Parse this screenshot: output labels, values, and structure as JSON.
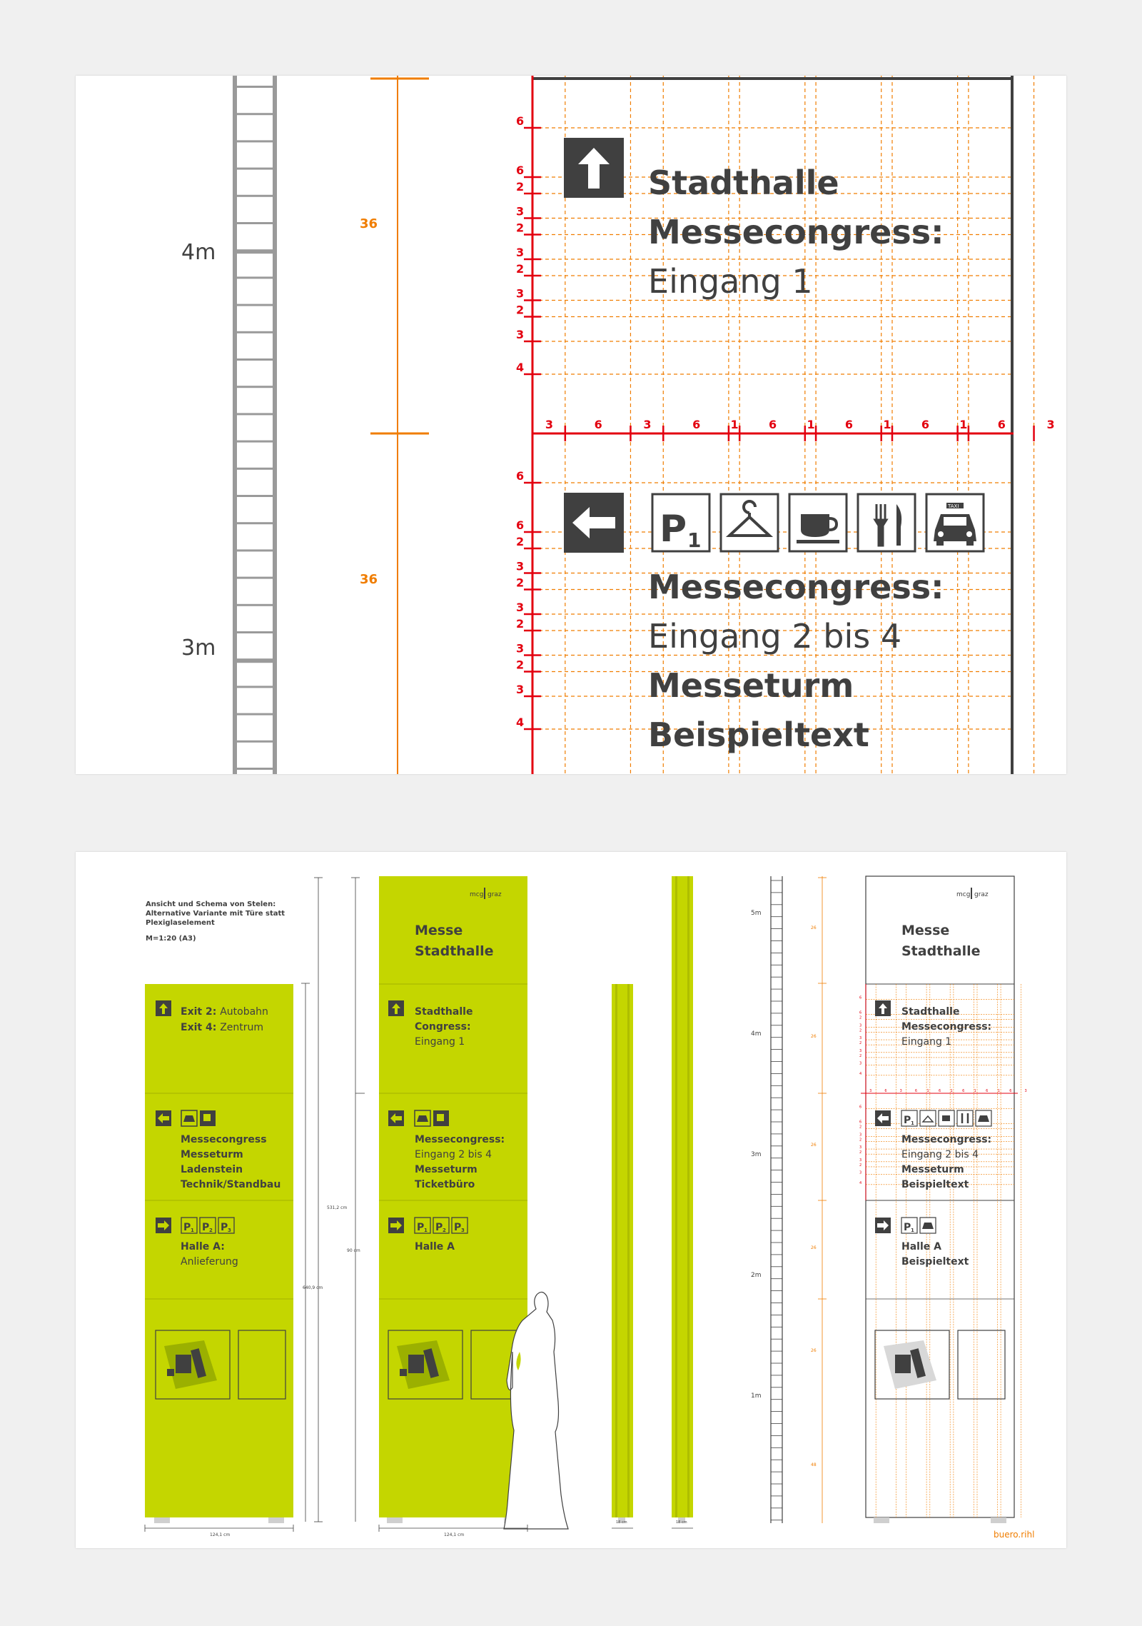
{
  "colors": {
    "green": "#c4d600",
    "dark": "#404040",
    "red": "#e3000f",
    "orange": "#f07d00",
    "grey": "#9a9a9a"
  },
  "top_panel": {
    "scale_labels": [
      "4m",
      "3m"
    ],
    "dimension_labels": [
      "36",
      "36"
    ],
    "row_numbers_upper": [
      "6",
      "6",
      "2",
      "3",
      "2",
      "3",
      "2",
      "3",
      "2",
      "3",
      "4"
    ],
    "row_numbers_lower": [
      "6",
      "6",
      "2",
      "3",
      "2",
      "3",
      "2",
      "3",
      "2",
      "3",
      "4"
    ],
    "column_numbers": [
      "3",
      "6",
      "3",
      "6",
      "1",
      "6",
      "1",
      "6",
      "1",
      "6",
      "1",
      "6",
      "3"
    ],
    "sign1": {
      "icon": "arrow-up-icon",
      "line1": "Stadthalle",
      "line2": "Messecongress:",
      "line3": "Eingang 1"
    },
    "sign2": {
      "icon": "arrow-left-icon",
      "icons": [
        "parking-p1-icon",
        "coat-hanger-icon",
        "coffee-cup-icon",
        "cutlery-icon",
        "taxi-icon"
      ],
      "p_label": "P",
      "p_sub": "1",
      "taxi_label": "TAXI",
      "line1": "Messecongress:",
      "line2": "Eingang 2 bis 4",
      "line3": "Messeturm",
      "line4": "Beispieltext"
    }
  },
  "bottom_panel": {
    "caption": {
      "line1": "Ansicht und Schema von Stelen:",
      "line2": "Alternative Variante mit Türe statt",
      "line3": "Plexiglaselement",
      "scale": "M=1:20 (A3)"
    },
    "logo": {
      "left": "mcg",
      "right": "graz"
    },
    "stele1": {
      "s1a_bold": "Exit 2:",
      "s1a_light": "Autobahn",
      "s1b_bold": "Exit 4:",
      "s1b_light": "Zentrum",
      "s2_lines": [
        "Messecongress",
        "Messeturm",
        "Ladenstein",
        "Technik/Standbau"
      ],
      "s3_bold": "Halle A:",
      "s3_light": "Anlieferung"
    },
    "stele2": {
      "head1": "Messe",
      "head2": "Stadthalle",
      "s1_bold1": "Stadthalle",
      "s1_bold2": "Congress:",
      "s1_light": "Eingang 1",
      "s2_bold": "Messecongress:",
      "s2_light": "Eingang 2 bis 4",
      "s2_b2": "Messeturm",
      "s2_b3": "Ticketbüro",
      "s3_bold": "Halle A"
    },
    "stele3": {
      "head1": "Messe",
      "head2": "Stadthalle",
      "s1_b1": "Stadthalle",
      "s1_b2": "Messecongress:",
      "s1_light": "Eingang 1",
      "s2_bold": "Messecongress:",
      "s2_light": "Eingang 2 bis 4",
      "s2_b2": "Messeturm",
      "s2_b3": "Beispieltext",
      "s3_b1": "Halle A",
      "s3_b2": "Beispieltext"
    },
    "p_labels": [
      "P",
      "P",
      "P"
    ],
    "p_subs": [
      "1",
      "2",
      "3"
    ],
    "dimensions": {
      "height_total": "640,9 cm",
      "height_mid": "531,2 cm",
      "height_sec": "90 cm",
      "width1": "124,1 cm",
      "width2": "124,1 cm",
      "depth1": "18 cm",
      "depth2": "18 cm"
    },
    "scale_labels": [
      "5m",
      "4m",
      "3m",
      "2m",
      "1m"
    ],
    "side_numbers": [
      "26",
      "26",
      "26",
      "26",
      "26",
      "48"
    ],
    "credit": "buero.rihl"
  }
}
